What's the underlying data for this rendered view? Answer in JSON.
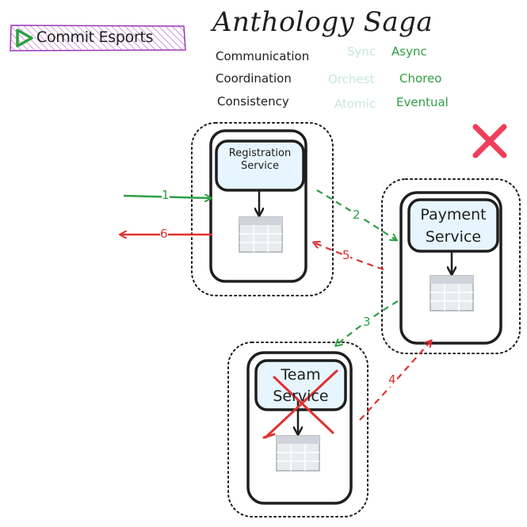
{
  "logo": {
    "text": "Commit Esports",
    "icon": "play-triangle-icon",
    "fill_color": "#9c36b5"
  },
  "title": "Anthology Saga",
  "legend": [
    {
      "label": "Communication",
      "options": [
        {
          "text": "Sync",
          "active": false
        },
        {
          "text": "Async",
          "active": true
        }
      ]
    },
    {
      "label": "Coordination",
      "options": [
        {
          "text": "Orchest",
          "active": false
        },
        {
          "text": "Choreo",
          "active": true
        }
      ]
    },
    {
      "label": "Consistency",
      "options": [
        {
          "text": "Atomic",
          "active": false
        },
        {
          "text": "Eventual",
          "active": true
        }
      ]
    }
  ],
  "services": [
    {
      "id": "registration",
      "name_line1": "Registration",
      "name_line2": "Service",
      "icon": "database-table-icon",
      "failed": false
    },
    {
      "id": "payment",
      "name_line1": "Payment",
      "name_line2": "Service",
      "icon": "database-table-icon",
      "failed": false
    },
    {
      "id": "team",
      "name_line1": "Team",
      "name_line2": "Service",
      "icon": "database-table-icon",
      "failed": true
    }
  ],
  "arrows": [
    {
      "label": "1",
      "from": "external",
      "to": "registration",
      "color": "#2f9e44",
      "style": "solid"
    },
    {
      "label": "2",
      "from": "registration",
      "to": "payment",
      "color": "#2f9e44",
      "style": "dashed"
    },
    {
      "label": "3",
      "from": "payment",
      "to": "team",
      "color": "#2f9e44",
      "style": "dashed"
    },
    {
      "label": "4",
      "from": "team",
      "to": "payment",
      "color": "#e03131",
      "style": "dashed"
    },
    {
      "label": "5",
      "from": "payment",
      "to": "registration",
      "color": "#e03131",
      "style": "dashed"
    },
    {
      "label": "6",
      "from": "registration",
      "to": "external",
      "color": "#e03131",
      "style": "solid"
    }
  ],
  "status_icon": {
    "name": "x-mark-icon",
    "color": "#f03e5a"
  },
  "colors": {
    "green": "#2f9e44",
    "red": "#e03131",
    "service_fill": "#e7f5ff",
    "db_fill": "#e9ecef",
    "inactive": "#c8e8d8"
  }
}
